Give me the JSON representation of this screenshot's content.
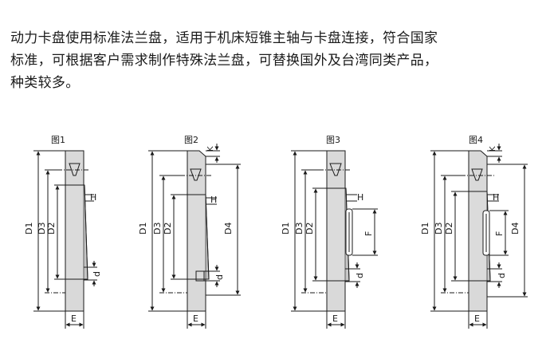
{
  "description": {
    "lines": [
      "动力卡盘使用标准法兰盘，适用于机床短锥主轴与卡盘连接，符合国家",
      "标准，可根据客户需求制作特殊法兰盘，可替换国外及台湾同类产品，",
      "种类较多。"
    ]
  },
  "figures": [
    {
      "title": "图1",
      "labels": {
        "d1": "D1",
        "d3": "D3",
        "d2": "D2",
        "h": "H",
        "d": "d",
        "e": "E"
      }
    },
    {
      "title": "图2",
      "labels": {
        "d1": "D1",
        "d3": "D3",
        "d2": "D2",
        "d4": "D4",
        "h": "H",
        "k": "K",
        "d": "d",
        "e": "E"
      }
    },
    {
      "title": "图3",
      "labels": {
        "d1": "D1",
        "d3": "D3",
        "d2": "D2",
        "h": "H",
        "f": "F",
        "d": "d",
        "e": "E"
      }
    },
    {
      "title": "图4",
      "labels": {
        "d1": "D1",
        "d3": "D3",
        "d2": "D2",
        "d4": "D4",
        "h": "H",
        "k": "K",
        "f": "F",
        "d": "d",
        "e": "E"
      }
    }
  ],
  "colors": {
    "flange_fill": "#d9d9d9",
    "line": "#1a1a1a",
    "hatch": "#b0b0b0"
  }
}
